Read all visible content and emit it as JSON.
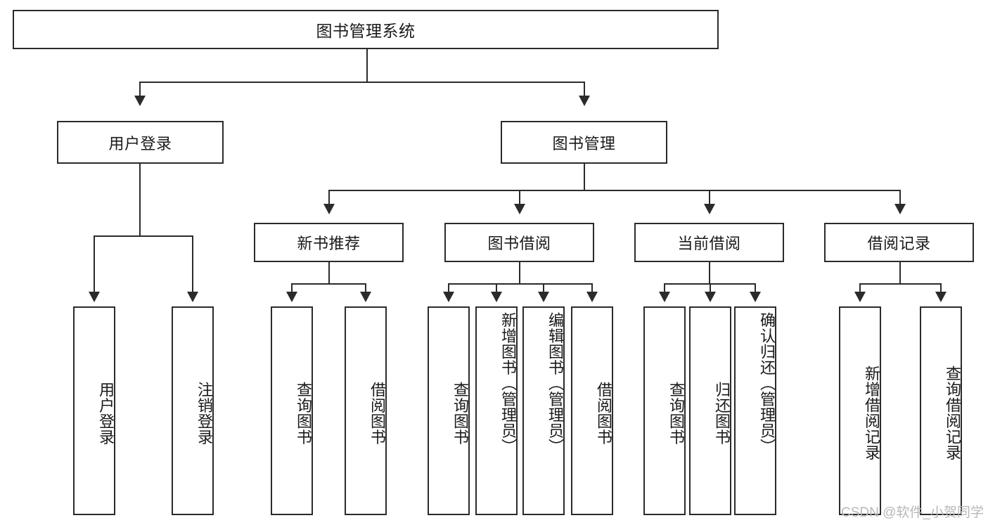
{
  "diagram": {
    "title": "图书管理系统",
    "root": {
      "label": "图书管理系统"
    },
    "level2": [
      {
        "label": "用户登录"
      },
      {
        "label": "图书管理"
      }
    ],
    "level3": [
      {
        "label": "新书推荐"
      },
      {
        "label": "图书借阅"
      },
      {
        "label": "当前借阅"
      },
      {
        "label": "借阅记录"
      }
    ],
    "leaves": {
      "user_login": [
        {
          "label": "用户登录"
        },
        {
          "label": "注销登录"
        }
      ],
      "new_book_recommend": [
        {
          "label": "查询图书"
        },
        {
          "label": "借阅图书"
        }
      ],
      "book_borrow": [
        {
          "label": "查询图书"
        },
        {
          "label": "新增图书（管理员）"
        },
        {
          "label": "编辑图书（管理员）"
        },
        {
          "label": "借阅图书"
        }
      ],
      "current_borrow": [
        {
          "label": "查询图书"
        },
        {
          "label": "归还图书"
        },
        {
          "label": "确认归还（管理员）"
        }
      ],
      "borrow_records": [
        {
          "label": "新增借阅记录"
        },
        {
          "label": "查询借阅记录"
        }
      ]
    }
  },
  "watermark": {
    "text": "CSDN @软件_小贺同学"
  },
  "colors": {
    "stroke": "#2b2b2b",
    "text": "#1a1a1a",
    "background": "#ffffff",
    "watermark": "#b8b8b8"
  }
}
